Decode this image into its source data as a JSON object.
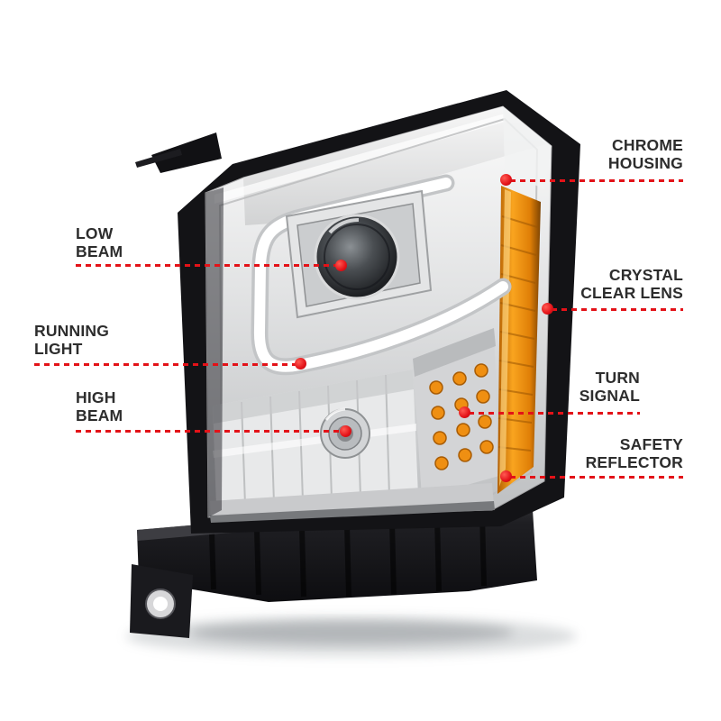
{
  "figure": {
    "type": "annotated product diagram",
    "subject": "projector headlight assembly"
  },
  "colors": {
    "page_bg": "#ffffff",
    "accent_red": "#e31218",
    "label_text": "#2d2d2d",
    "amber": "#f9a41f",
    "chrome_light": "#fbfbfb",
    "chrome_dark": "#bdbfc1",
    "housing_black": "#131316"
  },
  "callouts": {
    "left": [
      {
        "id": "low-beam",
        "lines": [
          "LOW",
          "BEAM"
        ]
      },
      {
        "id": "running-light",
        "lines": [
          "RUNNING",
          "LIGHT"
        ]
      },
      {
        "id": "high-beam",
        "lines": [
          "HIGH",
          "BEAM"
        ]
      }
    ],
    "right": [
      {
        "id": "chrome-housing",
        "lines": [
          "CHROME",
          "HOUSING"
        ]
      },
      {
        "id": "crystal-clear-lens",
        "lines": [
          "CRYSTAL",
          "CLEAR LENS"
        ]
      },
      {
        "id": "turn-signal",
        "lines": [
          "TURN",
          "SIGNAL"
        ]
      },
      {
        "id": "safety-reflector",
        "lines": [
          "SAFETY",
          "REFLECTOR"
        ]
      }
    ]
  }
}
